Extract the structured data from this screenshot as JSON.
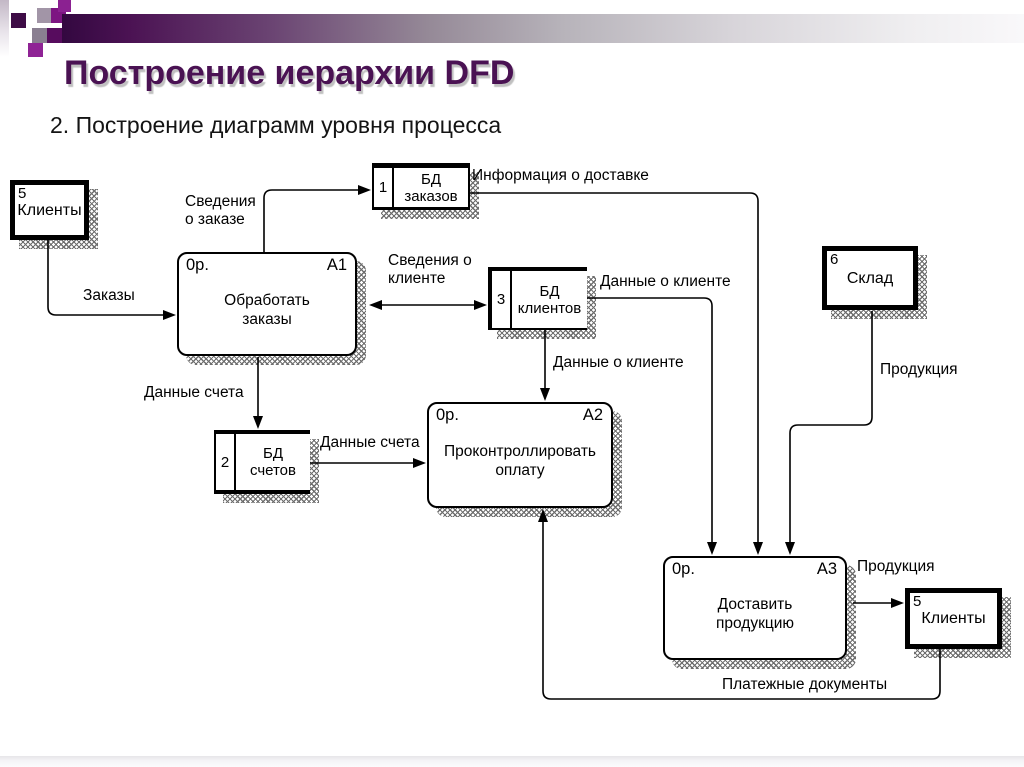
{
  "slide": {
    "title": "Построение иерархии DFD",
    "subtitle": "2. Построение диаграмм уровня процесса"
  },
  "diagram": {
    "entities": [
      {
        "number": "5",
        "name": "Клиенты"
      },
      {
        "number": "6",
        "name": "Склад"
      },
      {
        "number": "5",
        "name": "Клиенты"
      }
    ],
    "processes": [
      {
        "prefix": "0р.",
        "code": "А1",
        "name": "Обработать заказы"
      },
      {
        "prefix": "0р.",
        "code": "А2",
        "name": "Проконтроллировать оплату"
      },
      {
        "prefix": "0р.",
        "code": "А3",
        "name": "Доставить продукцию"
      }
    ],
    "stores": [
      {
        "number": "1",
        "name": "БД заказов"
      },
      {
        "number": "3",
        "name": "БД клиентов"
      },
      {
        "number": "2",
        "name": "БД счетов"
      }
    ],
    "flows": [
      "Заказы",
      "Сведения о заказе",
      "Информация о доставке",
      "Сведения о клиенте",
      "Данные о клиенте",
      "Данные о клиенте",
      "Данные счета",
      "Данные счета",
      "Продукция",
      "Продукция",
      "Платежные документы"
    ]
  },
  "colors": {
    "title_text": "#4a1253",
    "bar_dark": "#330840",
    "bar_light": "#f9f8fa",
    "line": "#000000"
  }
}
